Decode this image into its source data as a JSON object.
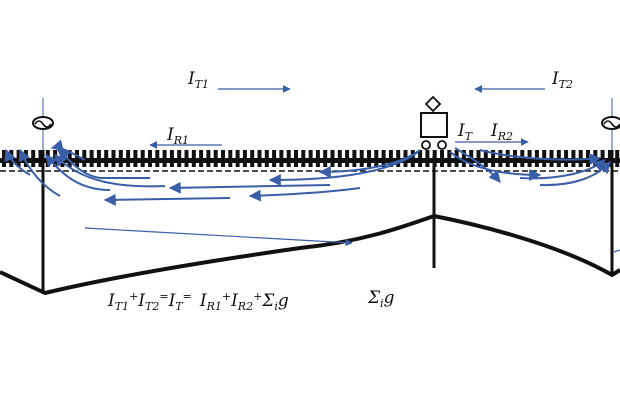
{
  "colors": {
    "current_arrow": "#3a5fa8",
    "structure": "#111111",
    "background": "#ffffff"
  },
  "labels": {
    "it1": {
      "main": "I",
      "sub": "T1"
    },
    "it2": {
      "main": "I",
      "sub": "T2"
    },
    "ir1": {
      "main": "I",
      "sub": "R1"
    },
    "ir2": {
      "main": "I",
      "sub": "R2"
    },
    "it": {
      "main": "I",
      "sub": "T"
    }
  },
  "equation": {
    "t1_main": "I",
    "t1_sub": "T1",
    "plus1": "+",
    "t2_main": "I",
    "t2_sub": "T2",
    "eq1": "=",
    "t_main": "I",
    "t_sub": "T",
    "eq2": "=",
    "r1_main": "I",
    "r1_sub": "R1",
    "plus2": "+",
    "r2_main": "I",
    "r2_sub": "R2",
    "plus3": "+",
    "sum_sym": "Σ",
    "sum_sub": "i",
    "sum_var": "g"
  },
  "sum_label": {
    "sym": "Σ",
    "sub": "i",
    "var": "g"
  },
  "icons": [
    "substation-left-icon",
    "substation-right-icon",
    "train-icon",
    "pantograph-icon"
  ]
}
